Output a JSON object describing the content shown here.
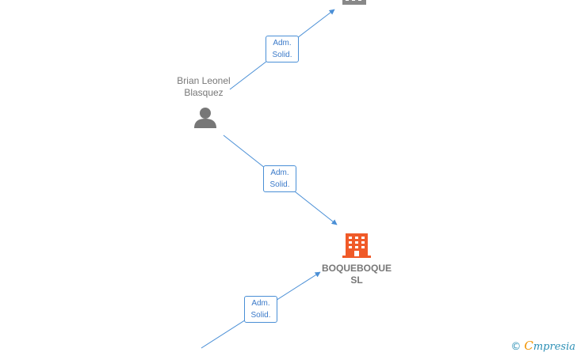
{
  "nodes": {
    "person": {
      "name": "Brian Leonel\nBlasquez",
      "icon": "person-icon",
      "color": "#777777"
    },
    "company_main": {
      "name": "BOQUEBOQUE\nSL",
      "icon": "building-icon",
      "color": "#f05a28"
    },
    "company_top": {
      "icon": "building-icon",
      "color": "#888888"
    }
  },
  "edges": [
    {
      "line1": "Adm.",
      "line2": "Solid."
    },
    {
      "line1": "Adm.",
      "line2": "Solid."
    },
    {
      "line1": "Adm.",
      "line2": "Solid."
    }
  ],
  "edge_color": "#4a8fd6",
  "watermark": {
    "copyright": "©",
    "brand_first": "C",
    "brand_rest": "mpresia"
  }
}
